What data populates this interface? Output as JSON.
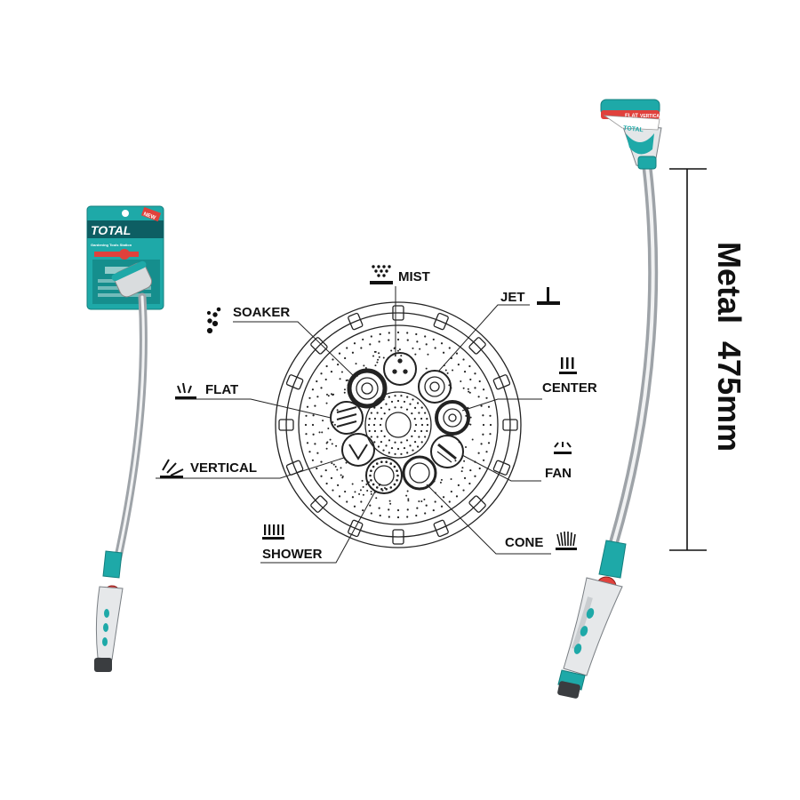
{
  "product": {
    "brand": "TOTAL",
    "nozzle_dial_text": [
      "FLAT",
      "VERTICAL"
    ],
    "package_subtitle": "Gardening Tools Station",
    "package_badge": "NEW"
  },
  "spray_patterns": [
    {
      "key": "mist",
      "label": "MIST",
      "icon": "mist-icon"
    },
    {
      "key": "jet",
      "label": "JET",
      "icon": "jet-icon"
    },
    {
      "key": "center",
      "label": "CENTER",
      "icon": "center-icon"
    },
    {
      "key": "fan",
      "label": "FAN",
      "icon": "fan-icon"
    },
    {
      "key": "cone",
      "label": "CONE",
      "icon": "cone-icon"
    },
    {
      "key": "shower",
      "label": "SHOWER",
      "icon": "shower-icon"
    },
    {
      "key": "vertical",
      "label": "VERTICAL",
      "icon": "vertical-icon"
    },
    {
      "key": "flat",
      "label": "FLAT",
      "icon": "flat-icon"
    },
    {
      "key": "soaker",
      "label": "SOAKER",
      "icon": "soaker-icon"
    }
  ],
  "dimension": {
    "label": "Metal  475mm"
  },
  "colors": {
    "teal": "#1ea9a8",
    "red": "#e0413c",
    "gray": "#d9dcde",
    "outline": "#222222"
  }
}
